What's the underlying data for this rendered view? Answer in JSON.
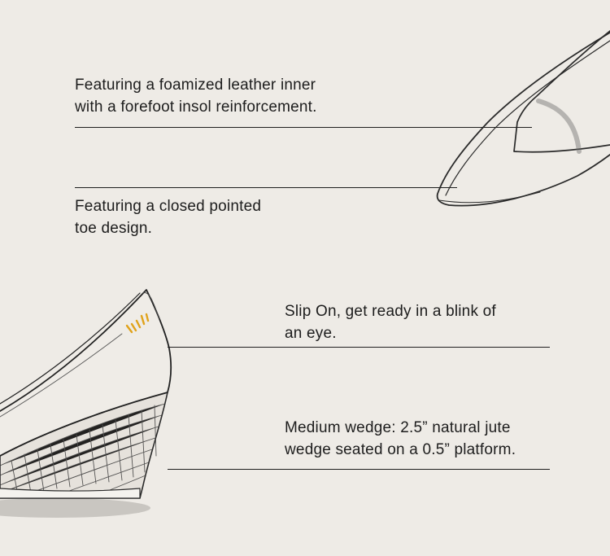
{
  "features": [
    {
      "lines": [
        "Featuring a foamized leather inner",
        "with a forefoot insol reinforcement."
      ]
    },
    {
      "lines": [
        "Featuring a closed pointed",
        "toe design."
      ]
    },
    {
      "lines": [
        "Slip On, get ready in a blink of",
        "an eye."
      ]
    },
    {
      "lines": [
        "Medium wedge: 2.5” natural jute",
        "wedge seated on a 0.5” platform."
      ]
    }
  ],
  "colors": {
    "background": "#eeebe6",
    "ink": "#1d1d1d",
    "logo_accent": "#e0a21a",
    "jute": "#3a3a3a"
  },
  "illustrations": [
    "pointed-toe-shoe-sketch",
    "wedge-espadrille-sketch"
  ]
}
